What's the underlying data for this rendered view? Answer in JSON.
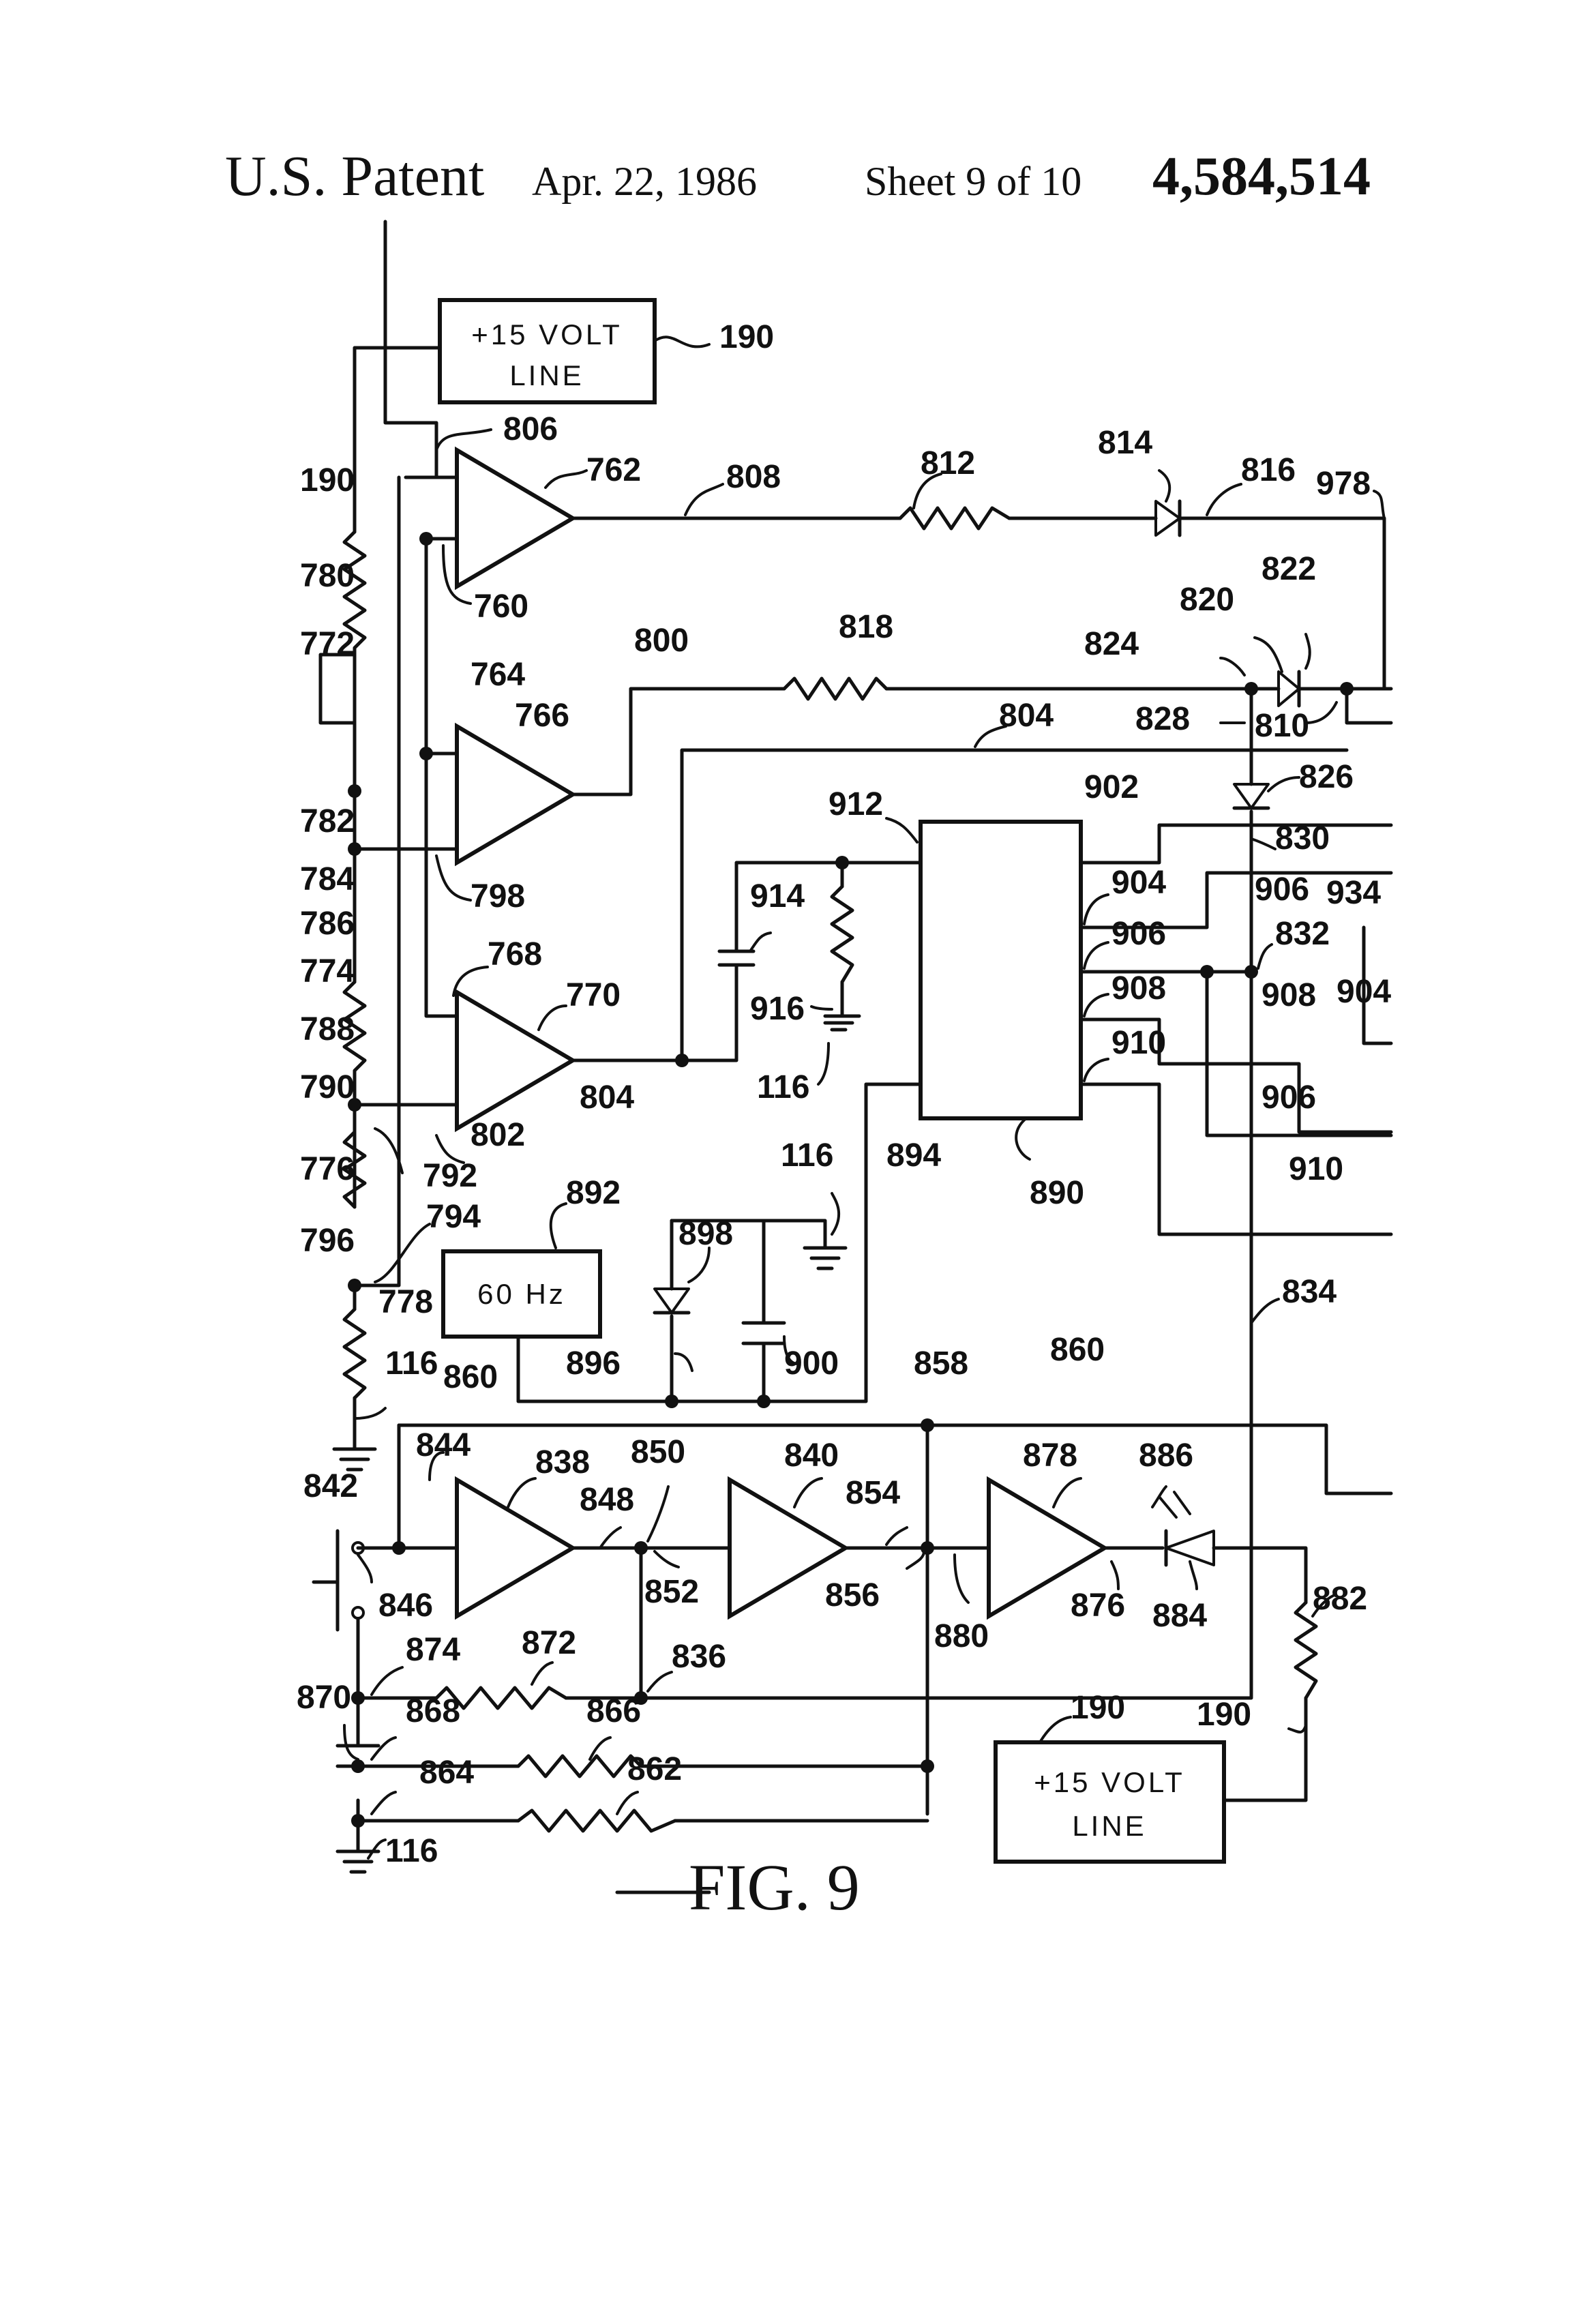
{
  "header": {
    "patent": "U.S. Patent",
    "date": "Apr. 22, 1986",
    "sheet": "Sheet 9 of 10",
    "number": "4,584,514"
  },
  "figure": {
    "caption": "FIG. 9",
    "boxes": {
      "volt_top_line1": "+15 VOLT",
      "volt_top_line2": "LINE",
      "volt_bottom_line1": "+15 VOLT",
      "volt_bottom_line2": "LINE",
      "osc": "60 Hz"
    },
    "labels": {
      "l190a": "190",
      "l190b": "190",
      "l190c": "190",
      "l190d": "190",
      "l806": "806",
      "l762": "762",
      "l808": "808",
      "l812": "812",
      "l814": "814",
      "l816": "816",
      "l978": "978",
      "l760": "760",
      "l780": "780",
      "l772": "772",
      "l764": "764",
      "l766": "766",
      "l800": "800",
      "l818": "818",
      "l824": "824",
      "l820": "820",
      "l822": "822",
      "l810": "810",
      "l804a": "804",
      "l828": "828",
      "l826": "826",
      "l912": "912",
      "l902": "902",
      "l830": "830",
      "l782": "782",
      "l784": "784",
      "l798": "798",
      "l914": "914",
      "l904a": "904",
      "l906a": "906",
      "l934": "934",
      "l786": "786",
      "l768": "768",
      "l906b": "906",
      "l832": "832",
      "l774": "774",
      "l770": "770",
      "l916": "916",
      "l908a": "908",
      "l908b": "908",
      "l904b": "904",
      "l788": "788",
      "l910a": "910",
      "l116a": "116",
      "l906c": "906",
      "l790": "790",
      "l804b": "804",
      "l802": "802",
      "l116b": "116",
      "l894": "894",
      "l890": "890",
      "l776": "776",
      "l792": "792",
      "l910b": "910",
      "l892": "892",
      "l796": "796",
      "l794": "794",
      "l898": "898",
      "l834": "834",
      "l778": "778",
      "l896": "896",
      "l900": "900",
      "l116c": "116",
      "l860a": "860",
      "l858": "858",
      "l860b": "860",
      "l844": "844",
      "l838": "838",
      "l850": "850",
      "l840": "840",
      "l878": "878",
      "l886": "886",
      "l842": "842",
      "l848": "848",
      "l854": "854",
      "l846": "846",
      "l852": "852",
      "l856": "856",
      "l876": "876",
      "l884": "884",
      "l882": "882",
      "l880": "880",
      "l874": "874",
      "l872": "872",
      "l836": "836",
      "l870": "870",
      "l868": "868",
      "l866": "866",
      "l864": "864",
      "l862": "862",
      "l116d": "116"
    }
  }
}
